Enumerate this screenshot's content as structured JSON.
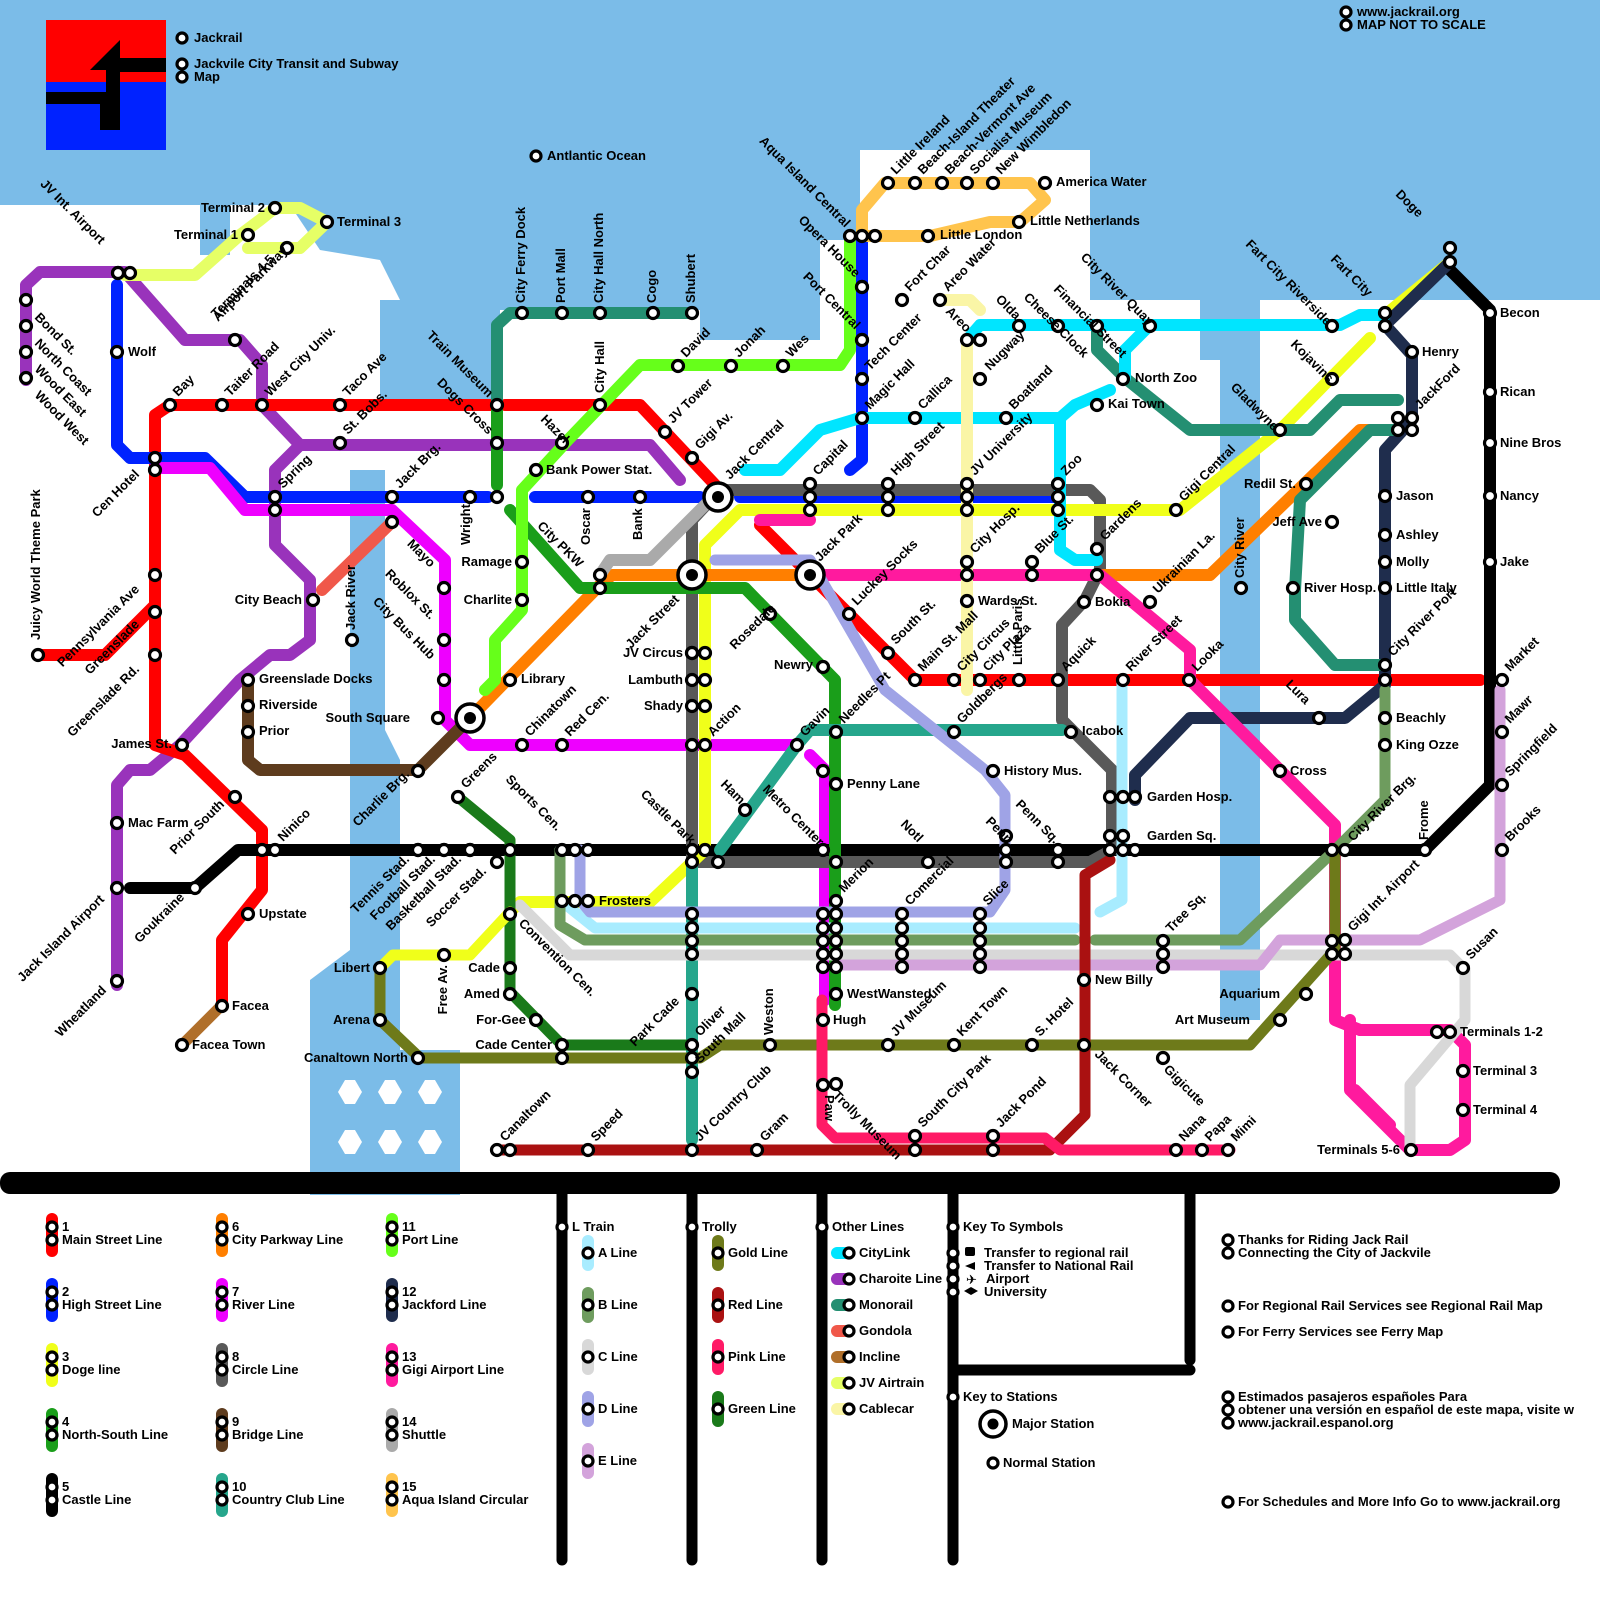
{
  "header": {
    "brand": "Jackrail",
    "subtitle_1": "Jackvile City Transit and Subway",
    "subtitle_2": "Map",
    "website": "www.jackrail.org",
    "scale_note": "MAP NOT TO SCALE",
    "ocean_label": "Antlantic Ocean"
  },
  "colors": {
    "water": "#7bbce8",
    "main": "#ff0000",
    "high": "#0022ff",
    "doge": "#f0ff1a",
    "ns": "#1a9e1a",
    "castle": "#000000",
    "parkway": "#ff7f00",
    "river": "#ee00ff",
    "circle": "#595959",
    "bridge": "#5e3c1e",
    "country": "#26a68c",
    "port": "#66ff1a",
    "jackford": "#1f2d4d",
    "gigi": "#ff1a9e",
    "shuttle": "#aaaaaa",
    "aqua": "#ffc44d",
    "citylink": "#00e5ff",
    "charoite": "#9933bb",
    "monorail": "#248f72",
    "gondola": "#f0584a",
    "incline": "#b06f2a",
    "airtrain": "#e6ff66",
    "cablecar": "#faf5a6",
    "aline": "#a8ecff",
    "bline": "#6e9c5e",
    "cline": "#d8d8d8",
    "dline": "#9fa3e6",
    "eline": "#d3a3db",
    "gold": "#6e7a1a",
    "red": "#aa1111",
    "pink": "#ff1a66",
    "green": "#1a7a1a"
  },
  "stations": [
    "Bond St.",
    "North Coast",
    "Wood East",
    "Wood West",
    "JV Int. Airport",
    "Wolf",
    "Terminal 2",
    "Terminal 1",
    "Terminal 3",
    "Terminals 4-5",
    "Airport Parkway",
    "Bay",
    "Taiter Road",
    "West City Univ.",
    "Taco Ave",
    "St. Bobs.",
    "Cen Hotel",
    "Spring",
    "Jack Brg.",
    "Wright",
    "Oscar",
    "Bank",
    "Train Museum",
    "Dogs Cross",
    "Hazel",
    "Bank Power Stat.",
    "City Ferry Dock",
    "Port Mall",
    "City Hall North",
    "Cogo",
    "Shubert",
    "City Hall",
    "David",
    "Jonah",
    "Wes",
    "JV Tower",
    "Gigi Av.",
    "Jack Central",
    "Aqua Island Central",
    "Opera House",
    "Port Central",
    "Tech Center",
    "Magic Hall",
    "Capital",
    "High Street",
    "Little Ireland",
    "Beach-Island Theater",
    "Beach-Vermont Ave",
    "Socialist Museum",
    "New Wimbledon",
    "America Water",
    "Little Netherlands",
    "Little London",
    "Fort Char",
    "Areo Water",
    "Areo",
    "Olda",
    "Cheese Clock",
    "Financial Street",
    "City River Quay",
    "Nugway",
    "Callica",
    "JV University",
    "Boatland",
    "North Zoo",
    "Kai Town",
    "Zoo",
    "Fart City Riverside",
    "Fart City",
    "Doge",
    "Kojavins",
    "Gladwyne",
    "Henry",
    "JackFord",
    "Becon",
    "Rican",
    "Nine Bros",
    "Nancy",
    "Jake",
    "Jason",
    "Ashley",
    "Molly",
    "Little Italy",
    "City River Port",
    "Redil St.",
    "Jeff Ave",
    "River Hosp.",
    "Gigi Central",
    "Gardens",
    "Blue St.",
    "City Hosp.",
    "Ukrainian La.",
    "Bokia",
    "Juicy World Theme Park",
    "Pennsylvania Ave",
    "Greenslade",
    "Greenslade Rd.",
    "City Beach",
    "Jack River",
    "Mayo",
    "Roblox St.",
    "City Bus Hub",
    "Ramage",
    "Charlite",
    "City PKW",
    "Jack Street",
    "Jack Park",
    "Luckey Socks",
    "Rosedale",
    "South St.",
    "Main St. Mall",
    "City Circus",
    "City Plaza",
    "Wards St.",
    "Little Paris",
    "Goldbergs",
    "Aquick",
    "River Street",
    "Looka",
    "City River",
    "Market",
    "Mawr",
    "Springfield",
    "Brooks",
    "Lura",
    "Beachly",
    "King Ozze",
    "Library",
    "Chinatown",
    "Red Cen.",
    "South Square",
    "JV Circus",
    "Lambuth",
    "Shady",
    "Action",
    "Newry",
    "Needles Pt",
    "Gavin",
    "Icabok",
    "History Mus.",
    "Greenslade Docks",
    "Riverside",
    "Prior",
    "James St.",
    "Mac Farm",
    "Prior South",
    "Ninico",
    "Charlie Brg.",
    "Tennis Stad.",
    "Football Stad.",
    "Basketball Stad.",
    "Soccer Stad.",
    "Greens",
    "Sports Cen.",
    "Castle Park",
    "Ham",
    "Metro Center",
    "Penny Lane",
    "Notl",
    "Penn",
    "Penn Sq.",
    "Garden Hosp.",
    "Garden Sq.",
    "Cross",
    "City River Brg.",
    "Frome",
    "Gigi Int. Airport",
    "Goukraine",
    "Jack Island Airport",
    "Upstate",
    "Frosters",
    "Convention Cen.",
    "Merion",
    "Comercial",
    "Slice",
    "Tree Sq.",
    "Libert",
    "Free Av.",
    "Cade",
    "Amed",
    "Arena",
    "For-Gee",
    "Cade Center",
    "Canaltown North",
    "Park Cade",
    "WestWansted",
    "New Billy",
    "Aquarium",
    "Susan",
    "Art Museum",
    "Terminals 1-2",
    "Wheatland",
    "Facea",
    "Facea Town",
    "Oliver",
    "South Mall",
    "Weston",
    "Hugh",
    "JV Museum",
    "Kent Town",
    "S. Hotel",
    "Gigicute",
    "Terminal 3",
    "Terminal 4",
    "Jack Corner",
    "Trolly Museum",
    "Paw",
    "South City Park",
    "Jack Pond",
    "Nana",
    "Papa",
    "Mimi",
    "Terminals 5-6",
    "Canaltown",
    "Speed",
    "JV Country Club",
    "Gram"
  ],
  "legend": {
    "metro_lines": [
      {
        "num": "1",
        "name": "Main Street Line"
      },
      {
        "num": "2",
        "name": "High Street Line"
      },
      {
        "num": "3",
        "name": "Doge line"
      },
      {
        "num": "4",
        "name": "North-South Line"
      },
      {
        "num": "5",
        "name": "Castle Line"
      },
      {
        "num": "6",
        "name": "City Parkway Line"
      },
      {
        "num": "7",
        "name": "River Line"
      },
      {
        "num": "8",
        "name": "Circle Line"
      },
      {
        "num": "9",
        "name": "Bridge Line"
      },
      {
        "num": "10",
        "name": "Country Club Line"
      },
      {
        "num": "11",
        "name": "Port Line"
      },
      {
        "num": "12",
        "name": "Jackford Line"
      },
      {
        "num": "13",
        "name": "Gigi Airport Line"
      },
      {
        "num": "14",
        "name": "Shuttle"
      },
      {
        "num": "15",
        "name": "Aqua Island Circular"
      }
    ],
    "l_train": {
      "title": "L Train",
      "items": [
        "A Line",
        "B Line",
        "C Line",
        "D Line",
        "E Line"
      ]
    },
    "trolly": {
      "title": "Trolly",
      "items": [
        "Gold Line",
        "Red Line",
        "Pink Line",
        "Green Line"
      ]
    },
    "other": {
      "title": "Other Lines",
      "items": [
        "CityLink",
        "Charoite Line",
        "Monorail",
        "Gondola",
        "Incline",
        "JV Airtrain",
        "Cablecar"
      ]
    },
    "symbols": {
      "title": "Key To Symbols",
      "items": [
        "Transfer to regional rail",
        "Transfer to National Rail",
        "Airport",
        "University"
      ]
    },
    "stations_key": {
      "title": "Key to Stations",
      "major": "Major Station",
      "normal": "Normal Station"
    },
    "notes": [
      "Thanks for Riding Jack Rail",
      "Connecting the City of Jackvile",
      "For Regional Rail Services see Regional Rail Map",
      "For Ferry Services see Ferry Map",
      "Estimados pasajeros españoles Para",
      "obtener una versión en español de este mapa, visite w",
      "www.jackrail.espanol.org",
      "For Schedules and More Info Go to www.jackrail.org"
    ]
  }
}
